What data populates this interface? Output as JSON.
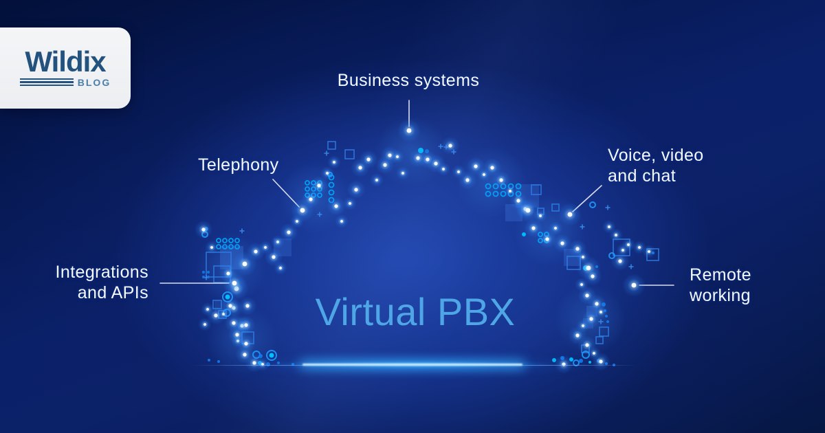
{
  "brand": {
    "wordmark": "Wildix",
    "sub": "BLOG"
  },
  "title": "Virtual PBX",
  "labels": {
    "business_systems": "Business systems",
    "telephony": "Telephony",
    "voice_line1": "Voice, video",
    "voice_line2": "and chat",
    "integrations_line1": "Integrations",
    "integrations_line2": "and APIs",
    "remote_line1": "Remote",
    "remote_line2": "working"
  },
  "colors": {
    "background_center": "#2148b2",
    "background_edge": "#02103a",
    "title_blue": "#4fa6e6",
    "label_white": "#f4f8ff",
    "logo_navy": "#23527e",
    "logo_blog_blue": "#4b7fa9",
    "card_bg": "#f2f3f5",
    "glow_halo": "#2f8fff",
    "accent_cyan": "#00c0ff",
    "accent_blue": "#1477e8"
  }
}
